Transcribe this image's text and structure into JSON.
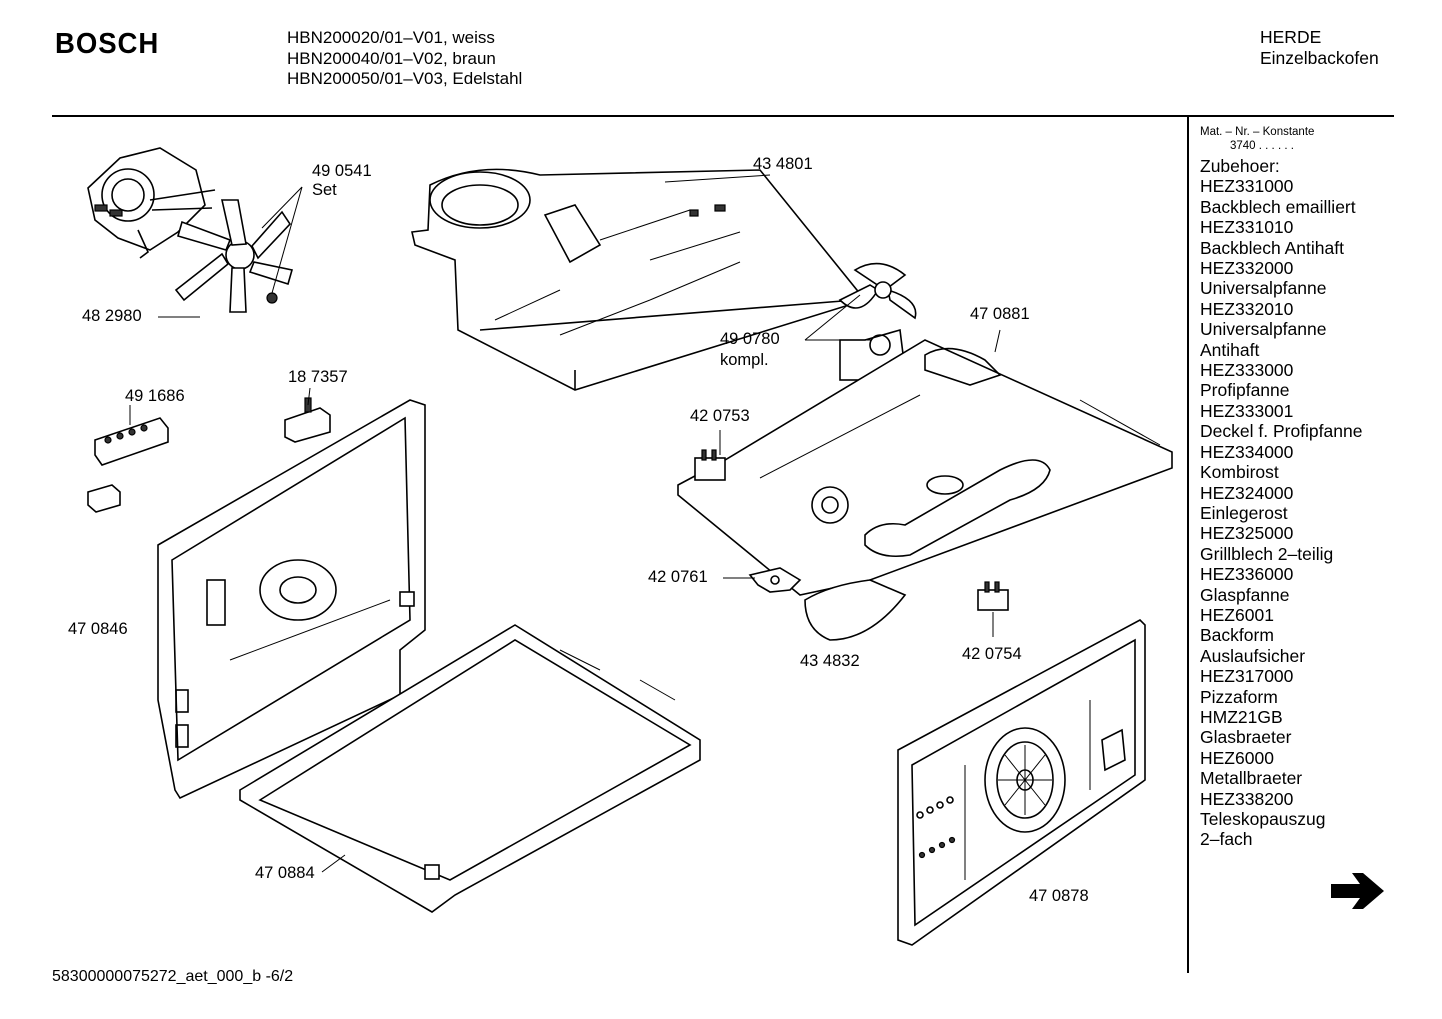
{
  "header": {
    "brand": "BOSCH",
    "models": [
      "HBN200020/01–V01, weiss",
      "HBN200040/01–V02, braun",
      "HBN200050/01–V03, Edelstahl"
    ],
    "category": "HERDE",
    "subcategory": "Einzelbackofen"
  },
  "sidebar": {
    "mat_label": "Mat. – Nr. – Konstante",
    "mat_value": "3740 . . . . . .",
    "items": [
      "Zubehoer:",
      "HEZ331000",
      "Backblech emailliert",
      "HEZ331010",
      "Backblech Antihaft",
      "HEZ332000",
      "Universalpfanne",
      "HEZ332010",
      "Universalpfanne",
      "Antihaft",
      "HEZ333000",
      "Profipfanne",
      "HEZ333001",
      "Deckel f. Profipfanne",
      "HEZ334000",
      "Kombirost",
      "HEZ324000",
      "Einlegerost",
      "HEZ325000",
      "Grillblech 2–teilig",
      "HEZ336000",
      "Glaspfanne",
      "HEZ6001",
      "Backform",
      "Auslaufsicher",
      "HEZ317000",
      "Pizzaform",
      "HMZ21GB",
      "Glasbraeter",
      "HEZ6000",
      "Metallbraeter",
      "HEZ338200",
      "Teleskopauszug",
      "2–fach"
    ]
  },
  "parts": {
    "p490541": "49 0541",
    "p490541_note": "Set",
    "p482980": "48 2980",
    "p434801": "43 4801",
    "p490780": "49 0780",
    "p490780_note": "kompl.",
    "p470881": "47 0881",
    "p187357": "18 7357",
    "p491686": "49 1686",
    "p420753": "42 0753",
    "p420761": "42 0761",
    "p434832": "43 4832",
    "p420754": "42 0754",
    "p470846": "47 0846",
    "p470884": "47 0884",
    "p470878": "47 0878"
  },
  "footer": {
    "doc_id": "58300000075272_aet_000_b",
    "page": "-6/2"
  },
  "icons": {
    "next": "arrow-right-icon"
  }
}
